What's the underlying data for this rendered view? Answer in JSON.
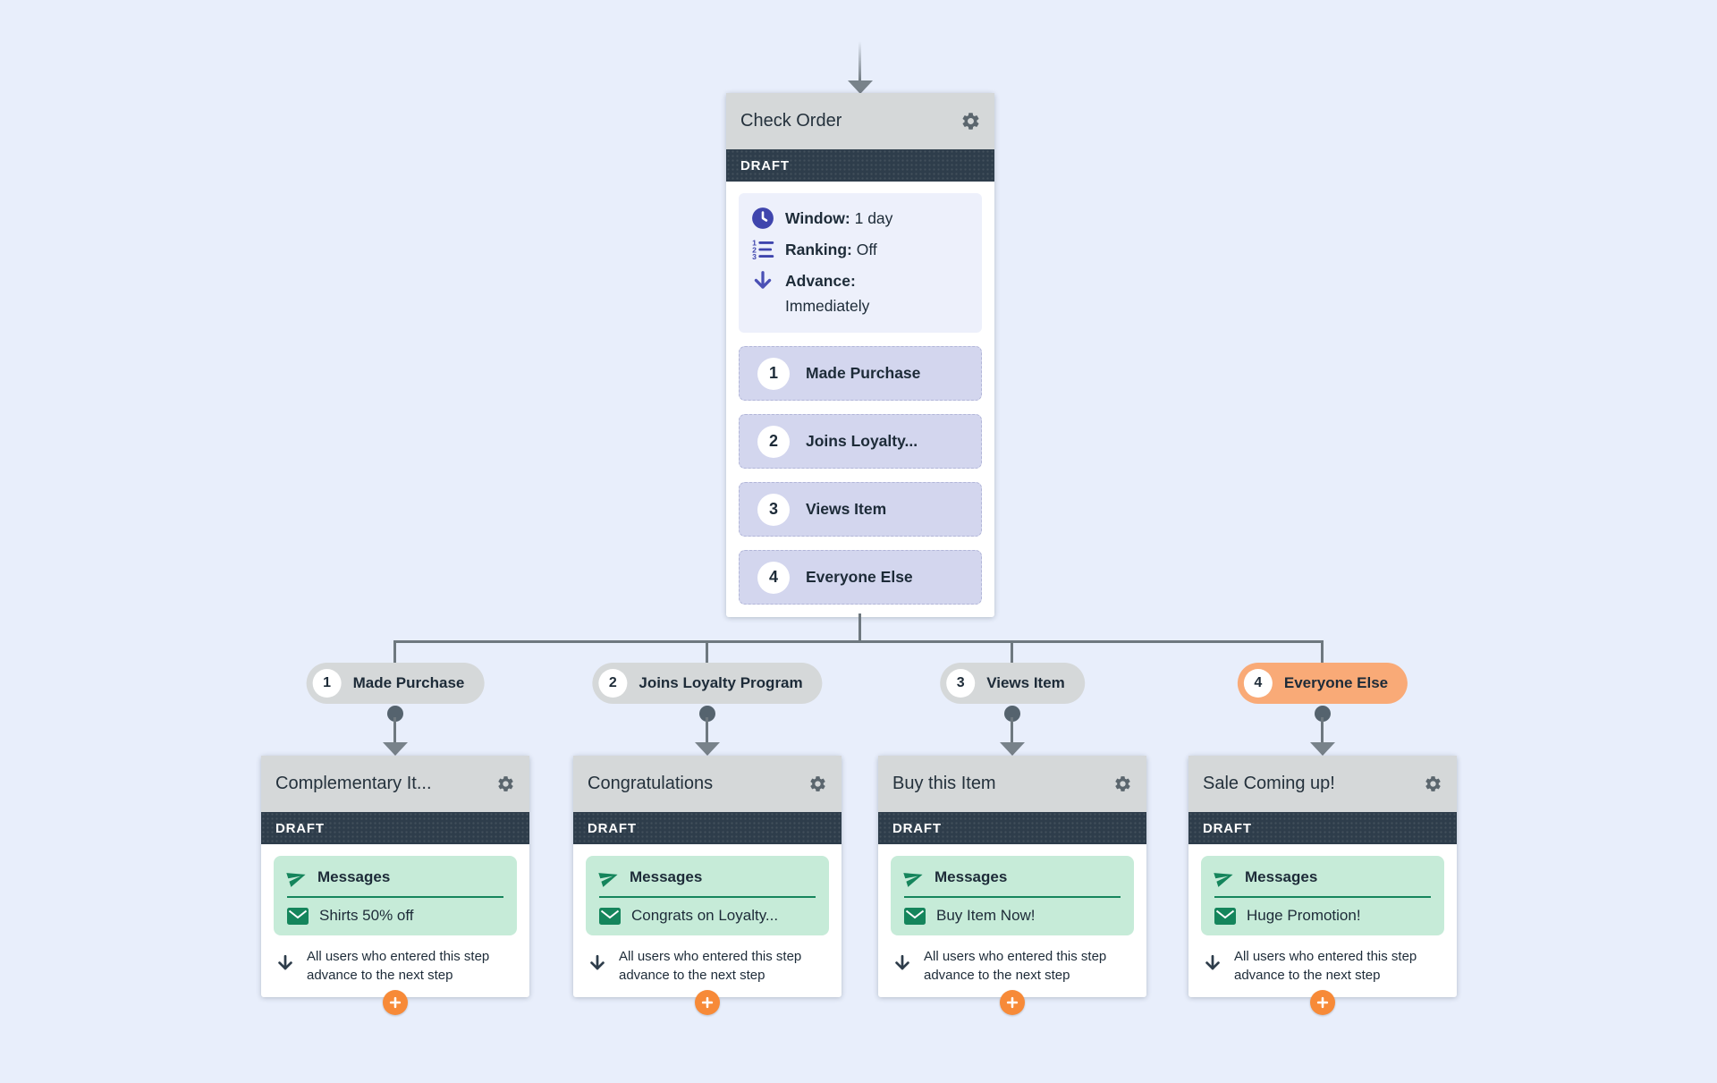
{
  "colors": {
    "background": "#e8eefb",
    "node_header": "#d5d8d9",
    "status_bar": "#2e3d4b",
    "settings_panel": "#edf0fb",
    "branch_row": "#d3d6ee",
    "indigo_icon": "#3f45ad",
    "messages_panel": "#c6ebd8",
    "green_icon": "#15855c",
    "pill_highlight": "#f9aa77",
    "plus_button": "#f78a38",
    "connector": "#6e787f",
    "text": "#1d2b38"
  },
  "trigger_node": {
    "title": "Check Order",
    "status": "DRAFT",
    "settings": [
      {
        "icon": "clock-icon",
        "label": "Window:",
        "value": "1 day"
      },
      {
        "icon": "ranking-icon",
        "label": "Ranking:",
        "value": "Off"
      },
      {
        "icon": "advance-arrow-icon",
        "label": "Advance:",
        "value": "Immediately"
      }
    ],
    "branches": [
      {
        "number": "1",
        "label": "Made Purchase"
      },
      {
        "number": "2",
        "label": "Joins Loyalty..."
      },
      {
        "number": "3",
        "label": "Views Item"
      },
      {
        "number": "4",
        "label": "Everyone Else"
      }
    ]
  },
  "branch_pills": [
    {
      "number": "1",
      "label": "Made Purchase",
      "highlighted": false
    },
    {
      "number": "2",
      "label": "Joins Loyalty Program",
      "highlighted": false
    },
    {
      "number": "3",
      "label": "Views Item",
      "highlighted": false
    },
    {
      "number": "4",
      "label": "Everyone Else",
      "highlighted": true
    }
  ],
  "message_nodes": [
    {
      "title": "Complementary It...",
      "status": "DRAFT",
      "section_label": "Messages",
      "message_title": "Shirts 50% off",
      "advance_note": "All users who entered this step advance to the next step"
    },
    {
      "title": "Congratulations",
      "status": "DRAFT",
      "section_label": "Messages",
      "message_title": "Congrats on Loyalty...",
      "advance_note": "All users who entered this step advance to the next step"
    },
    {
      "title": "Buy this Item",
      "status": "DRAFT",
      "section_label": "Messages",
      "message_title": "Buy Item Now!",
      "advance_note": "All users who entered this step advance to the next step"
    },
    {
      "title": "Sale Coming up!",
      "status": "DRAFT",
      "section_label": "Messages",
      "message_title": "Huge Promotion!",
      "advance_note": "All users who entered this step advance to the next step"
    }
  ]
}
